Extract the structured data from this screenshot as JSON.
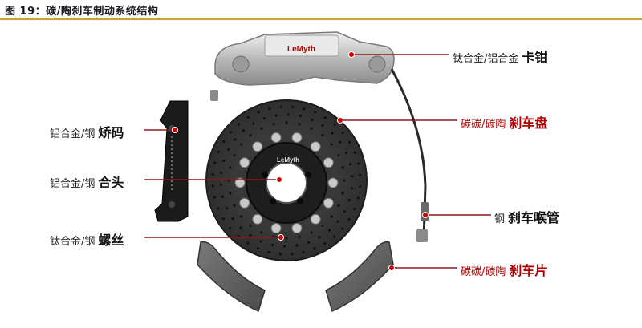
{
  "figure": {
    "title": "图 19：碳/陶刹车制动系统结构"
  },
  "colors": {
    "accent_rule": "#c8a13a",
    "red_label": "#b00000",
    "dark_label": "#222222"
  },
  "caliper_brand": "LeMyth",
  "hub_brand": "LeMyth",
  "labels": {
    "caliper": {
      "material": "钛合金/铝合金",
      "part": "卡钳"
    },
    "disc": {
      "material": "碳碳/碳陶",
      "part": "刹车盘"
    },
    "bracket": {
      "material": "铝合金/钢",
      "part": "矫码"
    },
    "hub": {
      "material": "铝合金/钢",
      "part": "合头"
    },
    "hose": {
      "material": "钢",
      "part": "刹车喉管"
    },
    "bolt": {
      "material": "钛合金/钢",
      "part": "螺丝"
    },
    "pad": {
      "material": "碳碳/碳陶",
      "part": "刹车片"
    }
  }
}
